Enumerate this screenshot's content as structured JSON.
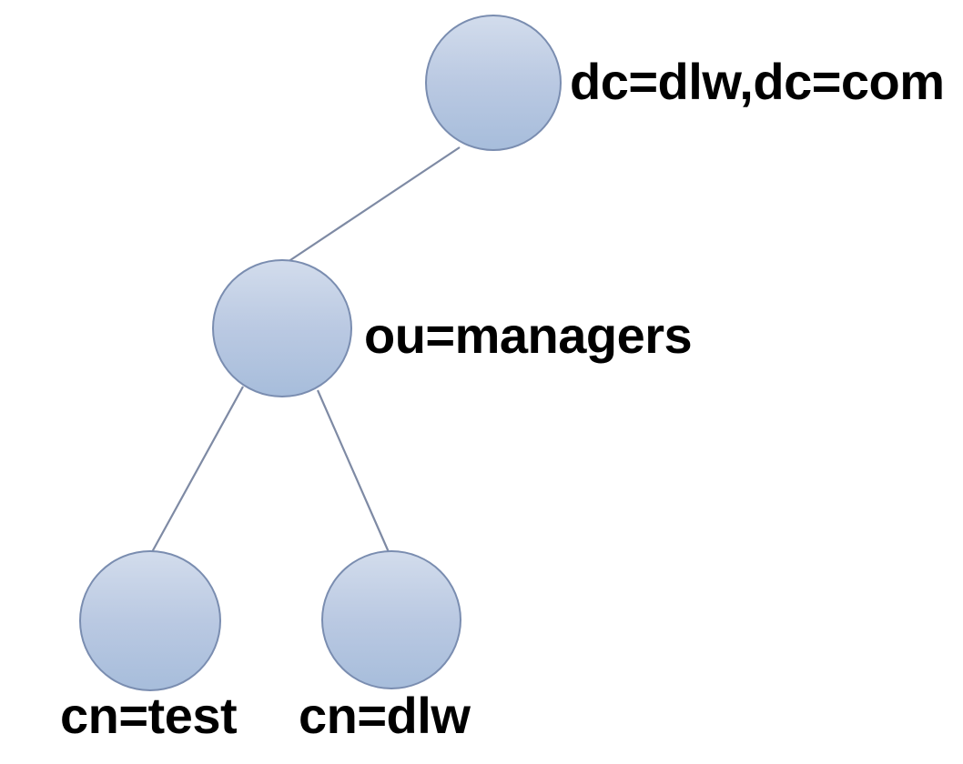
{
  "diagram": {
    "type": "tree",
    "nodes": [
      {
        "id": "root",
        "label": "dc=dlw,dc=com"
      },
      {
        "id": "ou-managers",
        "label": "ou=managers",
        "parent": "root"
      },
      {
        "id": "cn-test",
        "label": "cn=test",
        "parent": "ou-managers"
      },
      {
        "id": "cn-dlw",
        "label": "cn=dlw",
        "parent": "ou-managers"
      }
    ],
    "edges": [
      {
        "from": "root",
        "to": "ou-managers"
      },
      {
        "from": "ou-managers",
        "to": "cn-test"
      },
      {
        "from": "ou-managers",
        "to": "cn-dlw"
      }
    ],
    "colors": {
      "node_fill_top": "#d2dcec",
      "node_fill_bottom": "#a7bddb",
      "node_border": "#7a8db0",
      "edge_line": "#7e8aa4",
      "label_text": "#000000",
      "background": "#ffffff"
    }
  }
}
